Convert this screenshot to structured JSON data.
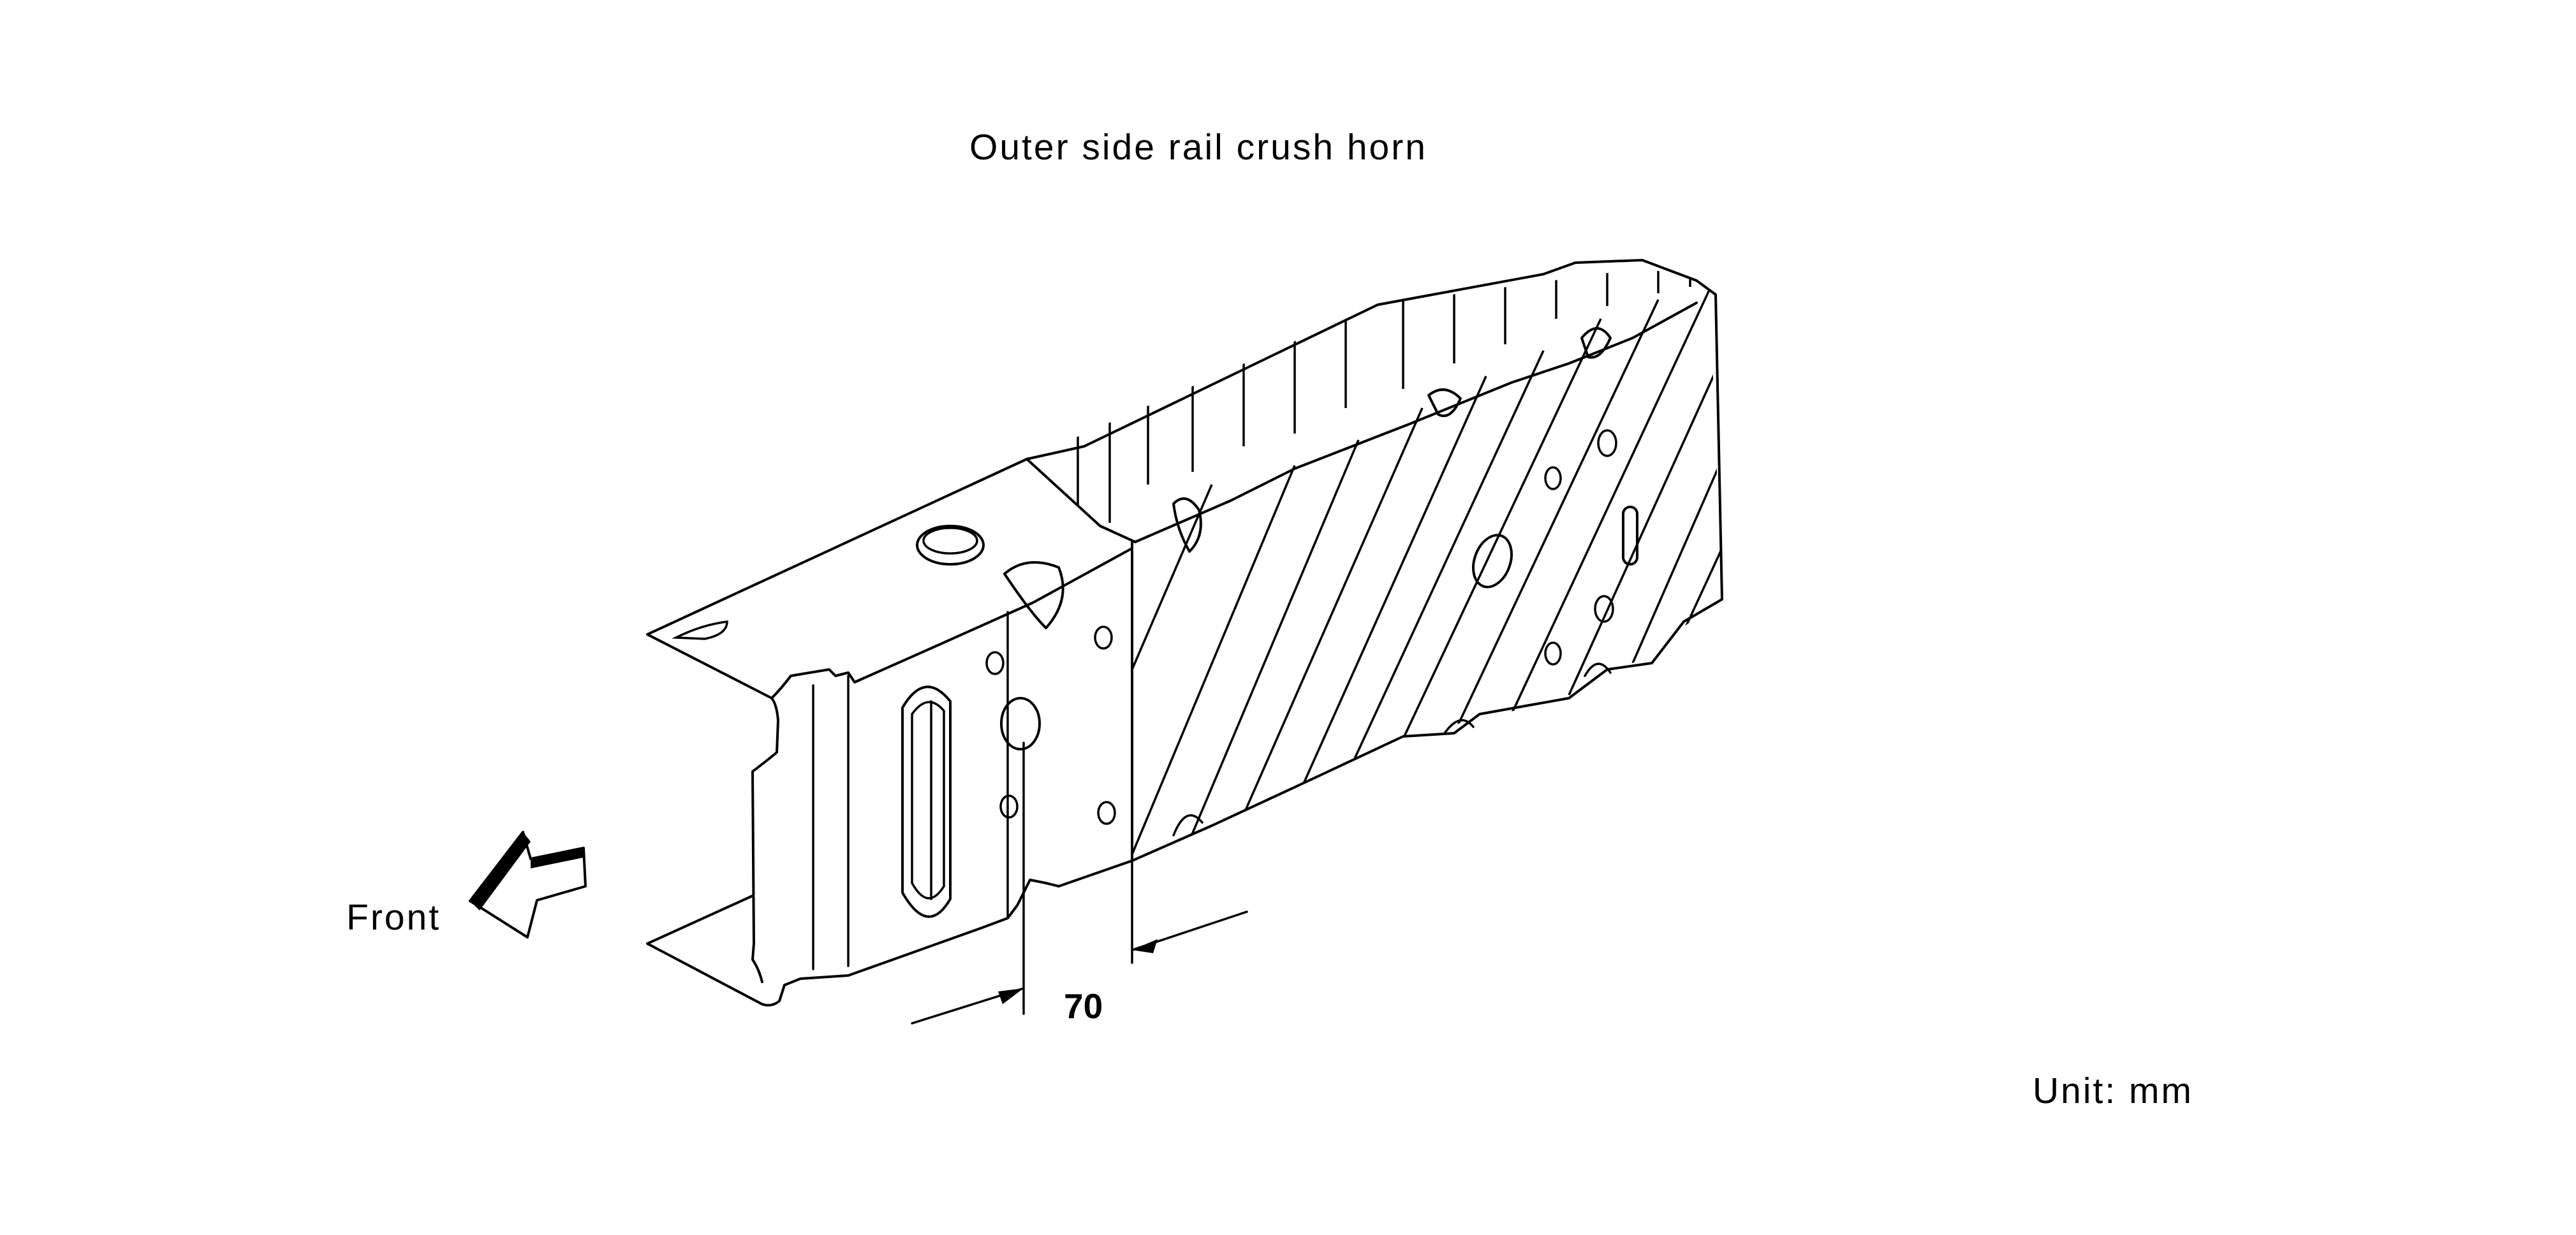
{
  "title": "Outer side rail crush horn",
  "direction_label": "Front",
  "dimension": {
    "value": "70"
  },
  "unit_label": "Unit: mm",
  "icons": {
    "direction_arrow": "front-arrow-icon"
  },
  "colors": {
    "line": "#000000",
    "background": "#ffffff"
  }
}
